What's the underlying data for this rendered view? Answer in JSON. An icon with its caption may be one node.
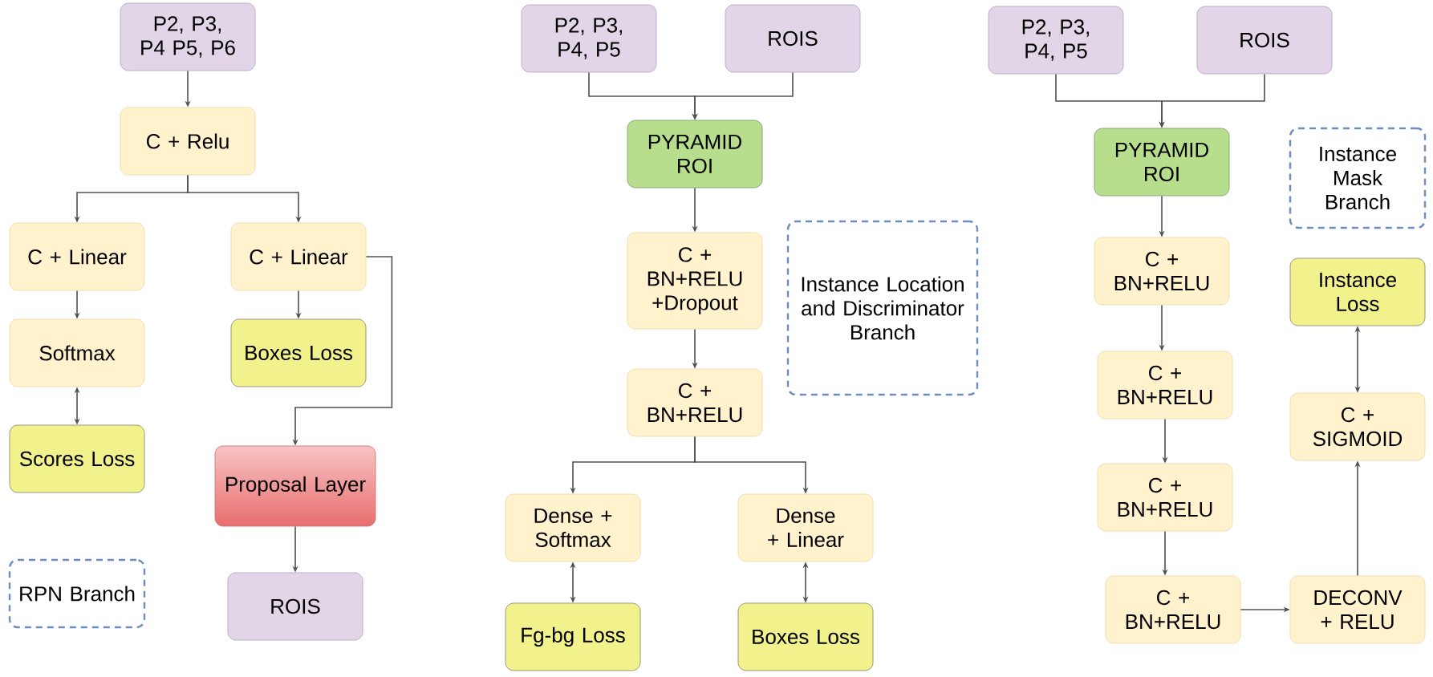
{
  "diagram": {
    "nodes": [
      {
        "text": [
          "P2, P3, P4 P5, P6"
        ]
      },
      {
        "text": [
          "C + Relu"
        ]
      },
      {
        "text": [
          "C + Linear"
        ]
      },
      {
        "text": [
          "C + Linear"
        ]
      },
      {
        "text": [
          "Softmax"
        ]
      },
      {
        "text": [
          "Boxes Loss"
        ]
      },
      {
        "text": [
          "Scores Loss"
        ]
      },
      {
        "text": [
          "Proposal Layer"
        ]
      },
      {
        "text": [
          "RPN Branch"
        ]
      },
      {
        "text": [
          "ROIS"
        ]
      },
      {
        "text": [
          "P2, P3, P4, P5"
        ]
      },
      {
        "text": [
          "ROIS"
        ]
      },
      {
        "text": [
          "PYRAMID ROI"
        ]
      },
      {
        "text": [
          "C + BN+RELU +Dropout"
        ]
      },
      {
        "text": [
          "Instance Location and Discriminator Branch"
        ]
      },
      {
        "text": [
          "C + BN+RELU"
        ]
      },
      {
        "text": [
          "Dense + Softmax"
        ]
      },
      {
        "text": [
          "Dense + Linear"
        ]
      },
      {
        "text": [
          "Fg-bg Loss"
        ]
      },
      {
        "text": [
          "Boxes Loss"
        ]
      },
      {
        "text": [
          "P2, P3, P4, P5"
        ]
      },
      {
        "text": [
          "ROIS"
        ]
      },
      {
        "text": [
          "PYRAMID ROI"
        ]
      },
      {
        "text": [
          "Instance Mask Branch"
        ]
      },
      {
        "text": [
          "C + BN+RELU"
        ]
      },
      {
        "text": [
          "C + BN+RELU"
        ]
      },
      {
        "text": [
          "C + BN+RELU"
        ]
      },
      {
        "text": [
          "C + BN+RELU"
        ]
      },
      {
        "text": [
          "Instance Loss"
        ]
      },
      {
        "text": [
          "C + SIGMOID"
        ]
      },
      {
        "text": [
          "DECONV + RELU"
        ]
      }
    ],
    "edges": [
      {
        "from": 0,
        "to": 1,
        "arrow": "to"
      },
      {
        "from": 1,
        "to": 2,
        "arrow": "to"
      },
      {
        "from": 1,
        "to": 3,
        "arrow": "to"
      },
      {
        "from": 2,
        "to": 4,
        "arrow": "to"
      },
      {
        "from": 4,
        "to": 6,
        "arrow": "both"
      },
      {
        "from": 3,
        "to": 5,
        "arrow": "to"
      },
      {
        "from": 3,
        "to": 7,
        "arrow": "to"
      },
      {
        "from": 7,
        "to": 9,
        "arrow": "to"
      },
      {
        "from": 10,
        "to": 12,
        "arrow": "to"
      },
      {
        "from": 11,
        "to": 12,
        "arrow": "to"
      },
      {
        "from": 12,
        "to": 13,
        "arrow": "to"
      },
      {
        "from": 13,
        "to": 15,
        "arrow": "to"
      },
      {
        "from": 15,
        "to": 16,
        "arrow": "to"
      },
      {
        "from": 15,
        "to": 17,
        "arrow": "to"
      },
      {
        "from": 16,
        "to": 18,
        "arrow": "both"
      },
      {
        "from": 17,
        "to": 19,
        "arrow": "both"
      },
      {
        "from": 20,
        "to": 22,
        "arrow": "to"
      },
      {
        "from": 21,
        "to": 22,
        "arrow": "to"
      },
      {
        "from": 22,
        "to": 24,
        "arrow": "to"
      },
      {
        "from": 24,
        "to": 25,
        "arrow": "to"
      },
      {
        "from": 25,
        "to": 26,
        "arrow": "to"
      },
      {
        "from": 26,
        "to": 27,
        "arrow": "to"
      },
      {
        "from": 27,
        "to": 30,
        "arrow": "to"
      },
      {
        "from": 30,
        "to": 29,
        "arrow": "to"
      },
      {
        "from": 29,
        "to": 28,
        "arrow": "both"
      }
    ]
  }
}
